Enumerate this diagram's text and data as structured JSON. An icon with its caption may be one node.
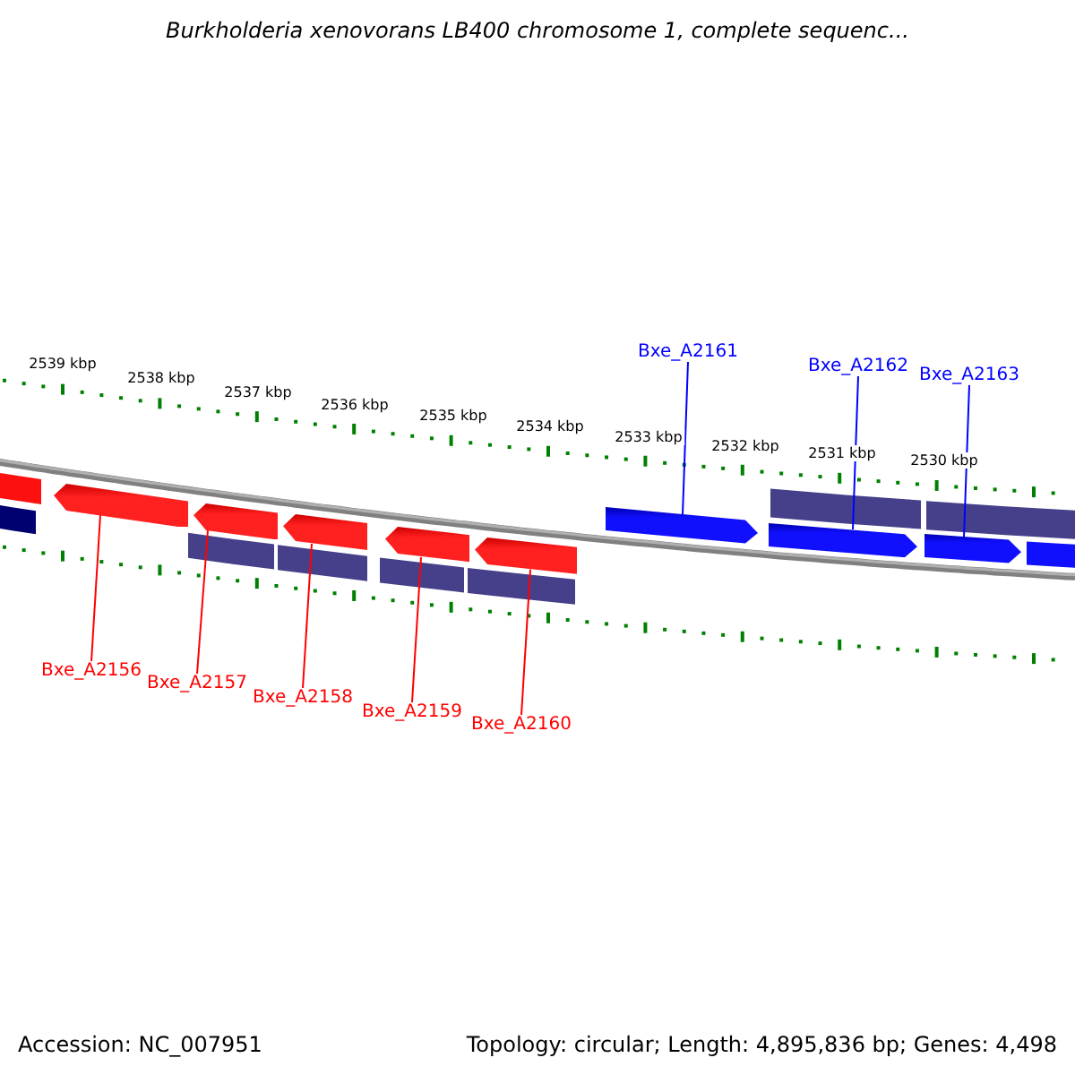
{
  "diagram": {
    "title": "Burkholderia xenovorans LB400 chromosome 1, complete sequenc...",
    "nodes": [
      {
        "text": [
          "Bxe_A2156"
        ]
      },
      {
        "text": [
          "Bxe_A2157"
        ]
      },
      {
        "text": [
          "Bxe_A2158"
        ]
      },
      {
        "text": [
          "Bxe_A2159"
        ]
      },
      {
        "text": [
          "Bxe_A2160"
        ]
      },
      {
        "text": [
          "Bxe_A2161"
        ]
      },
      {
        "text": [
          "Bxe_A2162"
        ]
      },
      {
        "text": [
          "Bxe_A2163"
        ]
      },
      {
        "text": [],
        "shape": "arrow"
      },
      {
        "text": [],
        "shape": "arrow"
      },
      {
        "text": [],
        "shape": "arrow"
      },
      {
        "text": [],
        "shape": "arrow"
      },
      {
        "text": [],
        "shape": "arrow"
      },
      {
        "text": [],
        "shape": "arrow"
      },
      {
        "text": [],
        "shape": "arrow"
      },
      {
        "text": [],
        "shape": "arrow"
      }
    ],
    "edges": [
      {
        "from": 0,
        "to": 8,
        "arrow": "none"
      },
      {
        "from": 1,
        "to": 9,
        "arrow": "none"
      },
      {
        "from": 2,
        "to": 10,
        "arrow": "none"
      },
      {
        "from": 3,
        "to": 11,
        "arrow": "none"
      },
      {
        "from": 4,
        "to": 12,
        "arrow": "none"
      },
      {
        "from": 5,
        "to": 13,
        "arrow": "none",
        "color": "#0000ff"
      },
      {
        "from": 6,
        "to": 14,
        "arrow": "none",
        "color": "#0000ff"
      },
      {
        "from": 7,
        "to": 15,
        "arrow": "none",
        "color": "#0000ff"
      }
    ],
    "labels": [
      "2539 kbp",
      "2538 kbp",
      "2537 kbp",
      "2536 kbp",
      "2535 kbp",
      "2534 kbp",
      "2533 kbp",
      "2532 kbp",
      "2531 kbp",
      "2530 kbp",
      "Accession: NC_007951",
      "Topology: circular; Length: 4,895,836 bp; Genes: 4,498"
    ]
  }
}
